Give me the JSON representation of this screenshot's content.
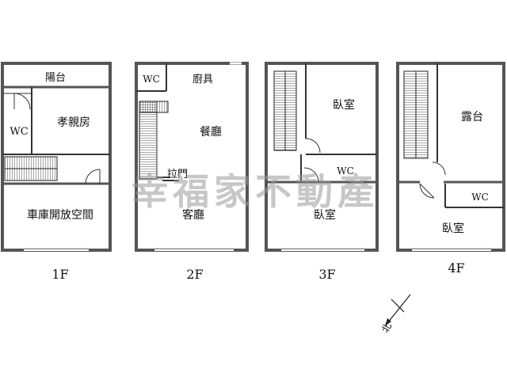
{
  "floors": {
    "f1": {
      "level": "1F",
      "rooms": {
        "balcony": "陽台",
        "parents_room": "孝親房",
        "wc": "WC",
        "garage": "車庫開放空間"
      }
    },
    "f2": {
      "level": "2F",
      "rooms": {
        "wc": "WC",
        "kitchen": "廚具",
        "dining": "餐廳",
        "sliding_door": "拉門",
        "living": "客廳"
      }
    },
    "f3": {
      "level": "3F",
      "rooms": {
        "bedroom_back": "臥室",
        "wc": "WC",
        "bedroom_front": "臥室"
      }
    },
    "f4": {
      "level": "4F",
      "rooms": {
        "terrace": "露台",
        "wc": "WC",
        "bedroom": "臥室"
      }
    }
  },
  "compass": {
    "north": "北"
  },
  "watermark": "幸福家不動產"
}
